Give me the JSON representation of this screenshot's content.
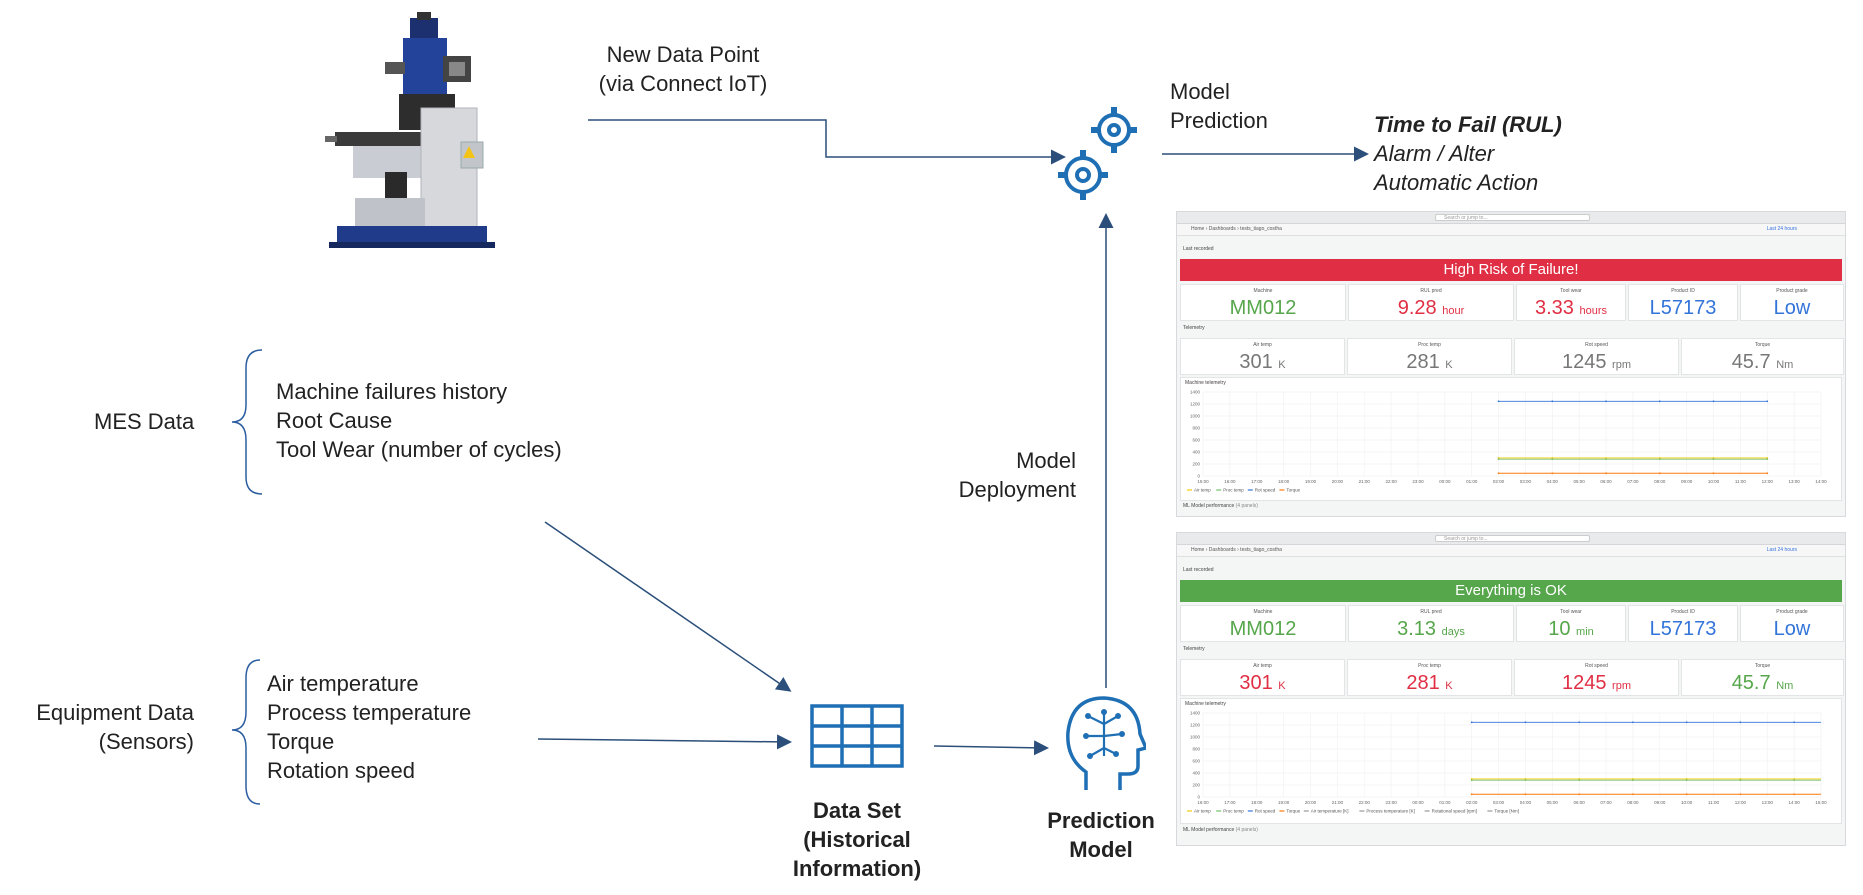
{
  "colors": {
    "accent": "#2b5ea0",
    "red": "#e02f44",
    "green": "#56a64b",
    "blue": "#3274d9",
    "gray": "#777777"
  },
  "labels": {
    "new_data_point": [
      "New Data Point",
      "(via Connect IoT)"
    ],
    "model_prediction": [
      "Model",
      "Prediction"
    ],
    "outcomes": {
      "rul": "Time to Fail (RUL)",
      "alarm": "Alarm / Alter",
      "action": "Automatic Action"
    },
    "mes_data": "MES Data",
    "mes_items": [
      "Machine failures history",
      "Root Cause",
      "Tool Wear (number of cycles)"
    ],
    "equipment_data": [
      "Equipment Data",
      "(Sensors)"
    ],
    "equipment_items": [
      "Air temperature",
      "Process temperature",
      "Torque",
      "Rotation speed"
    ],
    "model_deployment": [
      "Model",
      "Deployment"
    ],
    "data_set": [
      "Data Set",
      "(Historical",
      "Information)"
    ],
    "prediction_model": [
      "Prediction",
      "Model"
    ]
  },
  "dashboards": [
    {
      "search": "Search or jump to...",
      "breadcrumb": "Home  ›  Dashboards  ›  tests_tiago_costha",
      "time_range": "Last 24 hours",
      "section_last": "Last recorded",
      "banner": "High Risk of Failure!",
      "banner_color": "#e02f44",
      "panels": [
        {
          "title": "Machine",
          "value": "MM012",
          "unit": "",
          "color": "green"
        },
        {
          "title": "RUL pred",
          "value": "9.28",
          "unit": "hour",
          "color": "red"
        },
        {
          "title": "Tool wear",
          "value": "3.33",
          "unit": "hours",
          "color": "red"
        },
        {
          "title": "Product ID",
          "value": "L57173",
          "unit": "",
          "color": "blue"
        },
        {
          "title": "Product grade",
          "value": "Low",
          "unit": "",
          "color": "blue"
        }
      ],
      "section_telemetry": "Telemetry",
      "telemetry": [
        {
          "title": "Air temp",
          "value": "301",
          "unit": "K",
          "color": "gray"
        },
        {
          "title": "Proc temp",
          "value": "281",
          "unit": "K",
          "color": "gray"
        },
        {
          "title": "Rot speed",
          "value": "1245",
          "unit": "rpm",
          "color": "gray"
        },
        {
          "title": "Torque",
          "value": "45.7",
          "unit": "Nm",
          "color": "gray"
        }
      ],
      "chart_title": "Machine telemetry",
      "ml_section": "ML Model performance",
      "ml_panels": "(4 panels)"
    },
    {
      "search": "Search or jump to...",
      "breadcrumb": "Home  ›  Dashboards  ›  tests_tiago_costha",
      "time_range": "Last 24 hours",
      "section_last": "Last recorded",
      "banner": "Everything is OK",
      "banner_color": "#56a64b",
      "panels": [
        {
          "title": "Machine",
          "value": "MM012",
          "unit": "",
          "color": "green"
        },
        {
          "title": "RUL pred",
          "value": "3.13",
          "unit": "days",
          "color": "green"
        },
        {
          "title": "Tool wear",
          "value": "10",
          "unit": "min",
          "color": "green"
        },
        {
          "title": "Product ID",
          "value": "L57173",
          "unit": "",
          "color": "blue"
        },
        {
          "title": "Product grade",
          "value": "Low",
          "unit": "",
          "color": "blue"
        }
      ],
      "section_telemetry": "Telemetry",
      "telemetry": [
        {
          "title": "Air temp",
          "value": "301",
          "unit": "K",
          "color": "red"
        },
        {
          "title": "Proc temp",
          "value": "281",
          "unit": "K",
          "color": "red"
        },
        {
          "title": "Rot speed",
          "value": "1245",
          "unit": "rpm",
          "color": "red"
        },
        {
          "title": "Torque",
          "value": "45.7",
          "unit": "Nm",
          "color": "green"
        }
      ],
      "chart_title": "Machine telemetry",
      "ml_section": "ML Model performance",
      "ml_panels": "(4 panels)"
    }
  ],
  "chart_data": [
    {
      "type": "line",
      "y_ticks": [
        0,
        200,
        400,
        600,
        800,
        1000,
        1200,
        1400
      ],
      "x_ticks": [
        "15:00",
        "16:00",
        "17:00",
        "18:00",
        "19:00",
        "20:00",
        "21:00",
        "22:00",
        "23:00",
        "00:00",
        "01:00",
        "02:00",
        "03:00",
        "04:00",
        "05:00",
        "06:00",
        "07:00",
        "08:00",
        "09:00",
        "10:00",
        "11:00",
        "12:00",
        "13:00",
        "14:00"
      ],
      "legend": [
        "Air temp",
        "Proc temp",
        "Rot speed",
        "Torque"
      ],
      "series": [
        {
          "name": "Rot speed",
          "color": "#3274d9",
          "start": "02:00",
          "end": "12:00",
          "value": 1245
        },
        {
          "name": "Air temp",
          "color": "#f2cc0c",
          "start": "02:00",
          "end": "12:00",
          "value": 301
        },
        {
          "name": "Proc temp",
          "color": "#73bf69",
          "start": "02:00",
          "end": "12:00",
          "value": 281
        },
        {
          "name": "Torque",
          "color": "#ff780a",
          "start": "02:00",
          "end": "12:00",
          "value": 46
        }
      ]
    },
    {
      "type": "line",
      "y_ticks": [
        0,
        200,
        400,
        600,
        800,
        1000,
        1200,
        1400
      ],
      "x_ticks": [
        "16:00",
        "17:00",
        "18:00",
        "19:00",
        "20:00",
        "21:00",
        "22:00",
        "23:00",
        "00:00",
        "01:00",
        "02:00",
        "03:00",
        "04:00",
        "05:00",
        "06:00",
        "07:00",
        "08:00",
        "09:00",
        "10:00",
        "11:00",
        "12:00",
        "13:00",
        "14:00",
        "15:00"
      ],
      "legend": [
        "Air temp",
        "Proc temp",
        "Rot speed",
        "Torque",
        "Air temperature [K]",
        "Process temperature [K]",
        "Rotational speed [rpm]",
        "Torque [Nm]"
      ],
      "series": [
        {
          "name": "Rot speed",
          "color": "#3274d9",
          "start": "02:00",
          "end": "15:00",
          "value": 1245
        },
        {
          "name": "Air temp",
          "color": "#f2cc0c",
          "start": "02:00",
          "end": "15:00",
          "value": 301
        },
        {
          "name": "Proc temp",
          "color": "#73bf69",
          "start": "02:00",
          "end": "15:00",
          "value": 281
        },
        {
          "name": "Torque",
          "color": "#ff780a",
          "start": "02:00",
          "end": "15:00",
          "value": 46
        }
      ]
    }
  ]
}
